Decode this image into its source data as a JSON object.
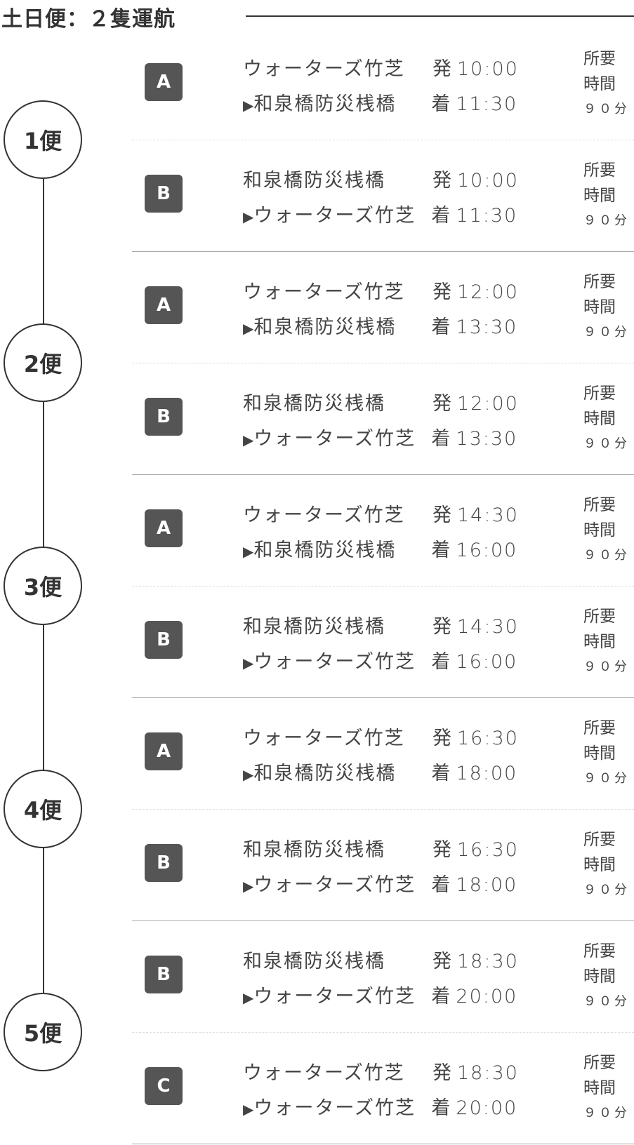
{
  "title": "土日便：２隻運航",
  "duration": {
    "label_1": "所要",
    "label_2": "時間",
    "value": "９０分"
  },
  "arrow": "▶",
  "flights": [
    {
      "label": "1便",
      "trips": [
        {
          "boat": "A",
          "from": "ウォーターズ竹芝",
          "dep_label": "発",
          "dep": "10:00",
          "to": "和泉橋防災桟橋",
          "arr_label": "着",
          "arr": "11:30"
        },
        {
          "boat": "B",
          "from": "和泉橋防災桟橋",
          "dep_label": "発",
          "dep": "10:00",
          "to": "ウォーターズ竹芝",
          "arr_label": "着",
          "arr": "11:30"
        }
      ]
    },
    {
      "label": "2便",
      "trips": [
        {
          "boat": "A",
          "from": "ウォーターズ竹芝",
          "dep_label": "発",
          "dep": "12:00",
          "to": "和泉橋防災桟橋",
          "arr_label": "着",
          "arr": "13:30"
        },
        {
          "boat": "B",
          "from": "和泉橋防災桟橋",
          "dep_label": "発",
          "dep": "12:00",
          "to": "ウォーターズ竹芝",
          "arr_label": "着",
          "arr": "13:30"
        }
      ]
    },
    {
      "label": "3便",
      "trips": [
        {
          "boat": "A",
          "from": "ウォーターズ竹芝",
          "dep_label": "発",
          "dep": "14:30",
          "to": "和泉橋防災桟橋",
          "arr_label": "着",
          "arr": "16:00"
        },
        {
          "boat": "B",
          "from": "和泉橋防災桟橋",
          "dep_label": "発",
          "dep": "14:30",
          "to": "ウォーターズ竹芝",
          "arr_label": "着",
          "arr": "16:00"
        }
      ]
    },
    {
      "label": "4便",
      "trips": [
        {
          "boat": "A",
          "from": "ウォーターズ竹芝",
          "dep_label": "発",
          "dep": "16:30",
          "to": "和泉橋防災桟橋",
          "arr_label": "着",
          "arr": "18:00"
        },
        {
          "boat": "B",
          "from": "和泉橋防災桟橋",
          "dep_label": "発",
          "dep": "16:30",
          "to": "ウォーターズ竹芝",
          "arr_label": "着",
          "arr": "18:00"
        }
      ]
    },
    {
      "label": "5便",
      "trips": [
        {
          "boat": "B",
          "from": "和泉橋防災桟橋",
          "dep_label": "発",
          "dep": "18:30",
          "to": "ウォーターズ竹芝",
          "arr_label": "着",
          "arr": "20:00"
        },
        {
          "boat": "C",
          "from": "ウォーターズ竹芝",
          "dep_label": "発",
          "dep": "18:30",
          "to": "ウォーターズ竹芝",
          "arr_label": "着",
          "arr": "20:00"
        }
      ]
    }
  ]
}
